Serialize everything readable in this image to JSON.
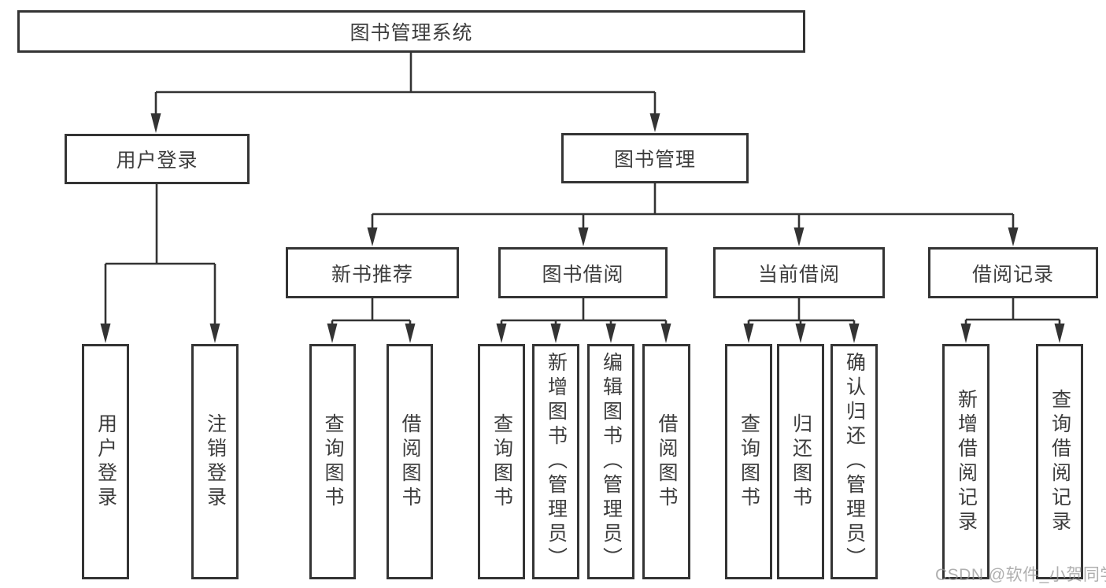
{
  "diagram": {
    "root": "图书管理系统",
    "branches": {
      "user_login": {
        "label": "用户登录",
        "children": [
          "用户登录",
          "注销登录"
        ]
      },
      "book_management": {
        "label": "图书管理",
        "children": {
          "new_book_recommend": {
            "label": "新书推荐",
            "children": [
              "查询图书",
              "借阅图书"
            ]
          },
          "book_borrow": {
            "label": "图书借阅",
            "children": [
              "查询图书",
              "新增图书（管理员）",
              "编辑图书（管理员）",
              "借阅图书"
            ]
          },
          "current_borrow": {
            "label": "当前借阅",
            "children": [
              "查询图书",
              "归还图书",
              "确认归还（管理员）"
            ]
          },
          "borrow_record": {
            "label": "借阅记录",
            "children": [
              "新增借阅记录",
              "查询借阅记录"
            ]
          }
        }
      }
    }
  },
  "watermark": "CSDN @软件_小贺同学",
  "colors": {
    "line": "#333333",
    "border": "#343434",
    "text": "#3d3d3d",
    "background": "#ffffff",
    "watermark": "#949494"
  }
}
